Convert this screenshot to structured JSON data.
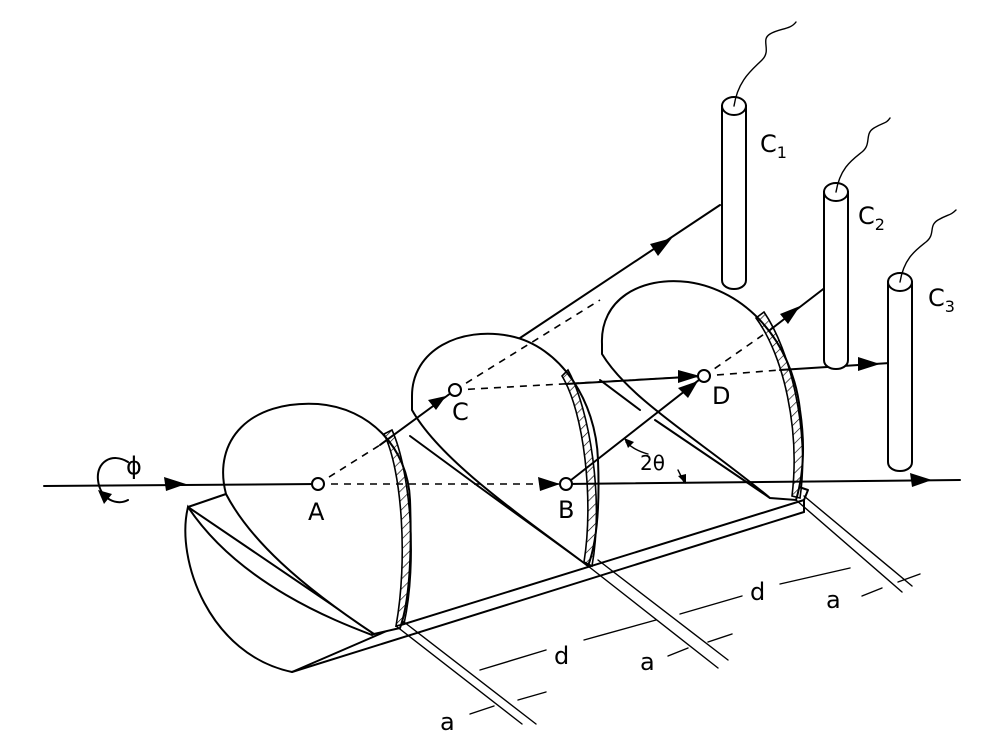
{
  "figure": {
    "points": {
      "a": "A",
      "b": "B",
      "c": "C",
      "d": "D"
    },
    "detectors": {
      "c1": {
        "letter": "C",
        "index": "1"
      },
      "c2": {
        "letter": "C",
        "index": "2"
      },
      "c3": {
        "letter": "C",
        "index": "3"
      }
    },
    "rotation_symbol": "ϕ",
    "angle_label": "2θ",
    "spacing_d": "d",
    "thickness_a": "a"
  }
}
